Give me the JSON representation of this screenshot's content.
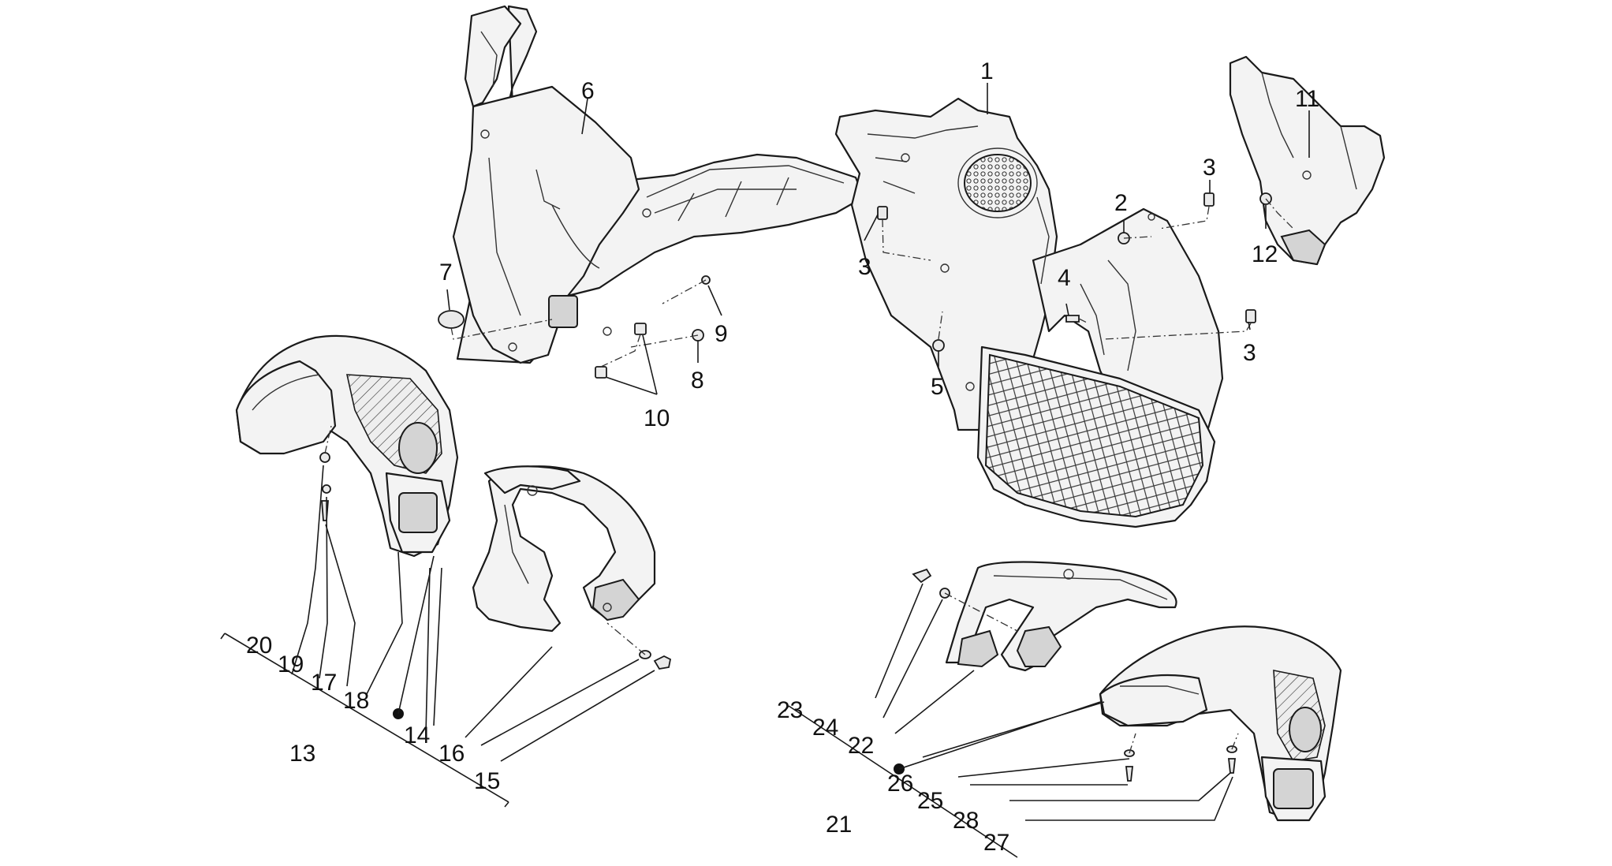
{
  "diagram": {
    "callouts": {
      "c1": "1",
      "c2": "2",
      "c3a": "3",
      "c3b": "3",
      "c3c": "3",
      "c4": "4",
      "c5": "5",
      "c6": "6",
      "c7": "7",
      "c8": "8",
      "c9": "9",
      "c10": "10",
      "c11": "11",
      "c12": "12",
      "c13": "13",
      "c14": "14",
      "c15": "15",
      "c16": "16",
      "c17": "17",
      "c18": "18",
      "c19": "19",
      "c20": "20",
      "c21": "21",
      "c22": "22",
      "c23": "23",
      "c24": "24",
      "c25": "25",
      "c26": "26",
      "c27": "27",
      "c28": "28"
    }
  }
}
